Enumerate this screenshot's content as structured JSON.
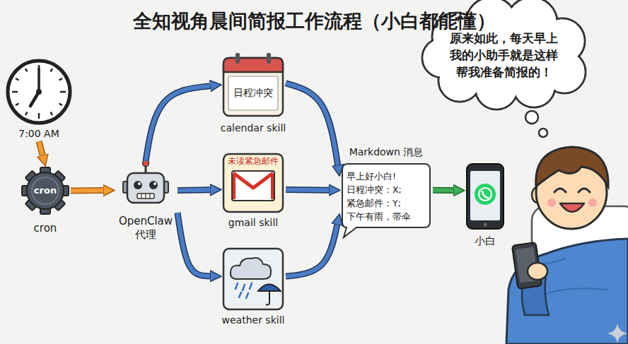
{
  "diagram": {
    "title": "全知视角晨间简报工作流程（小白都能懂）",
    "nodes": [
      {
        "text": [
          "7:00 AM"
        ]
      },
      {
        "text": [
          "cron",
          "cron"
        ]
      },
      {
        "text": [
          "OpenClaw 代理"
        ]
      },
      {
        "text": [
          "日程冲突",
          "calendar skill"
        ]
      },
      {
        "text": [
          "未读紧急邮件",
          "gmail skill"
        ]
      },
      {
        "text": [
          "weather skill"
        ]
      },
      {
        "text": [
          "Markdown 消息",
          "早上好小白! 日程冲突：X; 紧急邮件：Y; 下午有雨，带伞"
        ]
      },
      {
        "text": [
          "小白"
        ]
      },
      {
        "text": [
          "原来如此，每天早上 我的小助手就是这样 帮我准备简报的！"
        ]
      }
    ],
    "edges": [
      {
        "from": 0,
        "to": 1,
        "arrow": "to"
      },
      {
        "from": 1,
        "to": 2,
        "arrow": "to"
      },
      {
        "from": 2,
        "to": 3,
        "arrow": "to"
      },
      {
        "from": 2,
        "to": 4,
        "arrow": "to"
      },
      {
        "from": 2,
        "to": 5,
        "arrow": "to"
      },
      {
        "from": 3,
        "to": 6,
        "arrow": "to"
      },
      {
        "from": 4,
        "to": 6,
        "arrow": "to"
      },
      {
        "from": 5,
        "to": 6,
        "arrow": "to"
      },
      {
        "from": 6,
        "to": 7,
        "arrow": "to"
      }
    ]
  }
}
